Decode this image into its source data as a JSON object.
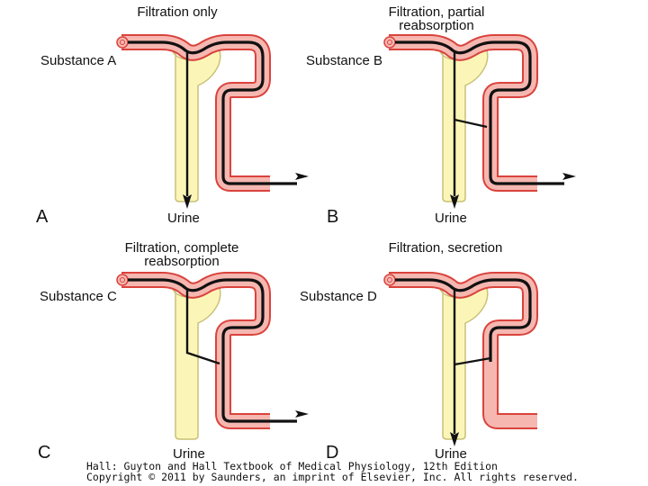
{
  "panels": [
    {
      "letter": "A",
      "title_lines": [
        "Filtration only"
      ],
      "substance": "Substance A",
      "urine": "Urine"
    },
    {
      "letter": "B",
      "title_lines": [
        "Filtration, partial",
        "reabsorption"
      ],
      "substance": "Substance B",
      "urine": "Urine"
    },
    {
      "letter": "C",
      "title_lines": [
        "Filtration, complete",
        "reabsorption"
      ],
      "substance": "Substance C",
      "urine": "Urine"
    },
    {
      "letter": "D",
      "title_lines": [
        "Filtration, secretion"
      ],
      "substance": "Substance D",
      "urine": "Urine"
    }
  ],
  "credit": {
    "line1": "Hall: Guyton and Hall Textbook of Medical Physiology, 12th Edition",
    "line2": "Copyright © 2011 by Saunders, an imprint of Elsevier, Inc. All rights reserved."
  },
  "colors": {
    "tubule_fill": "#fbf6b8",
    "tubule_stroke": "#c9c177",
    "vessel_fill": "#f6b7b1",
    "vessel_stroke": "#d9433c",
    "flow_line": "#111111"
  }
}
